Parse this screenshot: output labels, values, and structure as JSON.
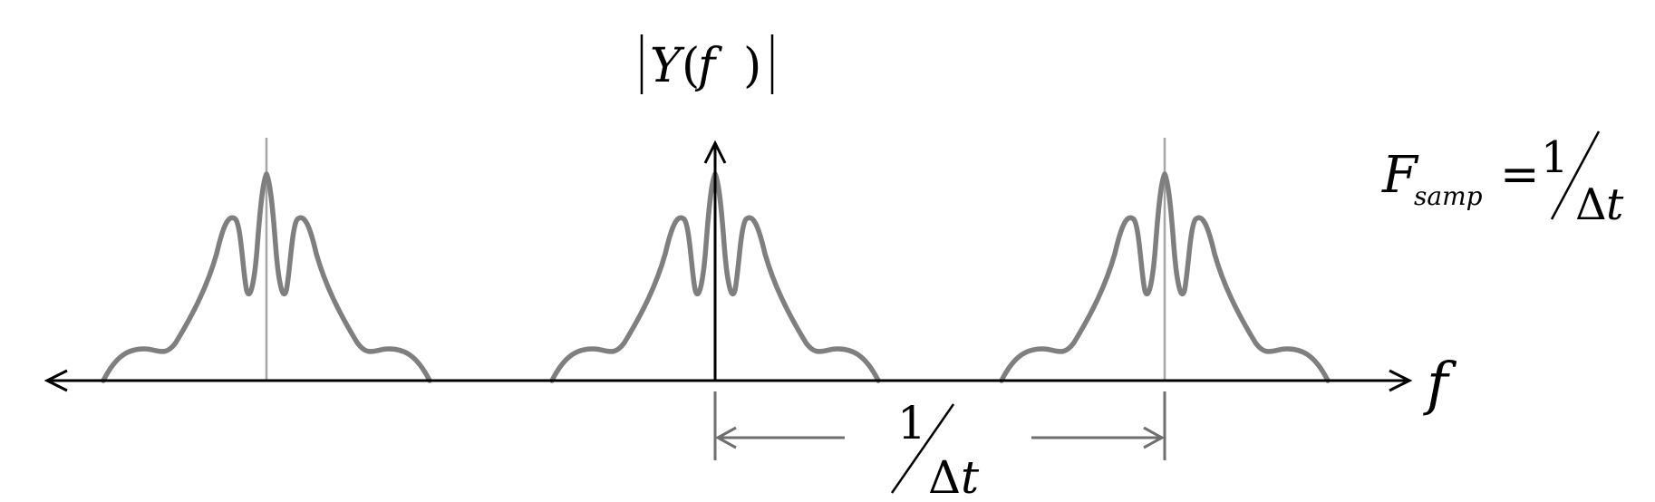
{
  "diagram": {
    "y_label_symbol": "Y",
    "y_label_arg": "f",
    "x_label": "f",
    "period_numerator": "1",
    "period_delta": "Δ",
    "period_var": "t",
    "fsamp_symbol": "F",
    "fsamp_subscript": "samp",
    "fsamp_equals": "=",
    "fsamp_numerator": "1",
    "fsamp_delta": "Δ",
    "fsamp_var": "t",
    "spectrum_copies": 3,
    "colors": {
      "curve": "#7f7f7f",
      "guide": "#a6a6a6",
      "axis": "#000000",
      "dimension": "#6f6f6f"
    }
  }
}
